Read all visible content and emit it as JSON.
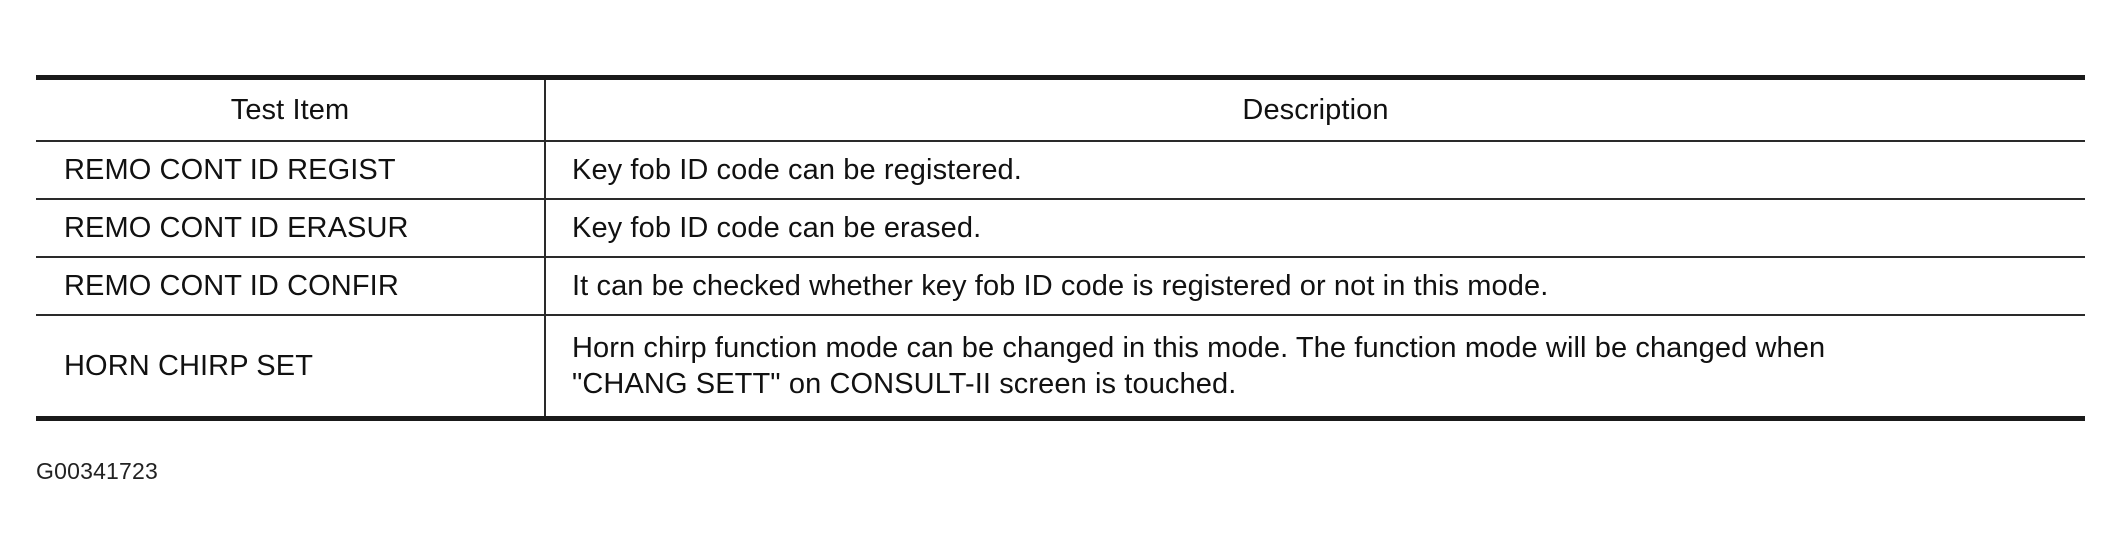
{
  "table": {
    "headers": {
      "test_item": "Test Item",
      "description": "Description"
    },
    "rows": [
      {
        "test_item": "REMO CONT ID REGIST",
        "description": "Key fob ID code can be registered."
      },
      {
        "test_item": "REMO CONT ID ERASUR",
        "description": "Key fob ID code can be erased."
      },
      {
        "test_item": "REMO CONT ID CONFIR",
        "description": "It can be checked whether key fob ID code is registered or not in this mode."
      },
      {
        "test_item": "HORN CHIRP SET",
        "description_line1": "Horn chirp function mode can be changed in this mode. The function mode will be changed when",
        "description_line2": "\"CHANG SETT\" on CONSULT-II screen is touched."
      }
    ]
  },
  "figure_id": "G00341723"
}
